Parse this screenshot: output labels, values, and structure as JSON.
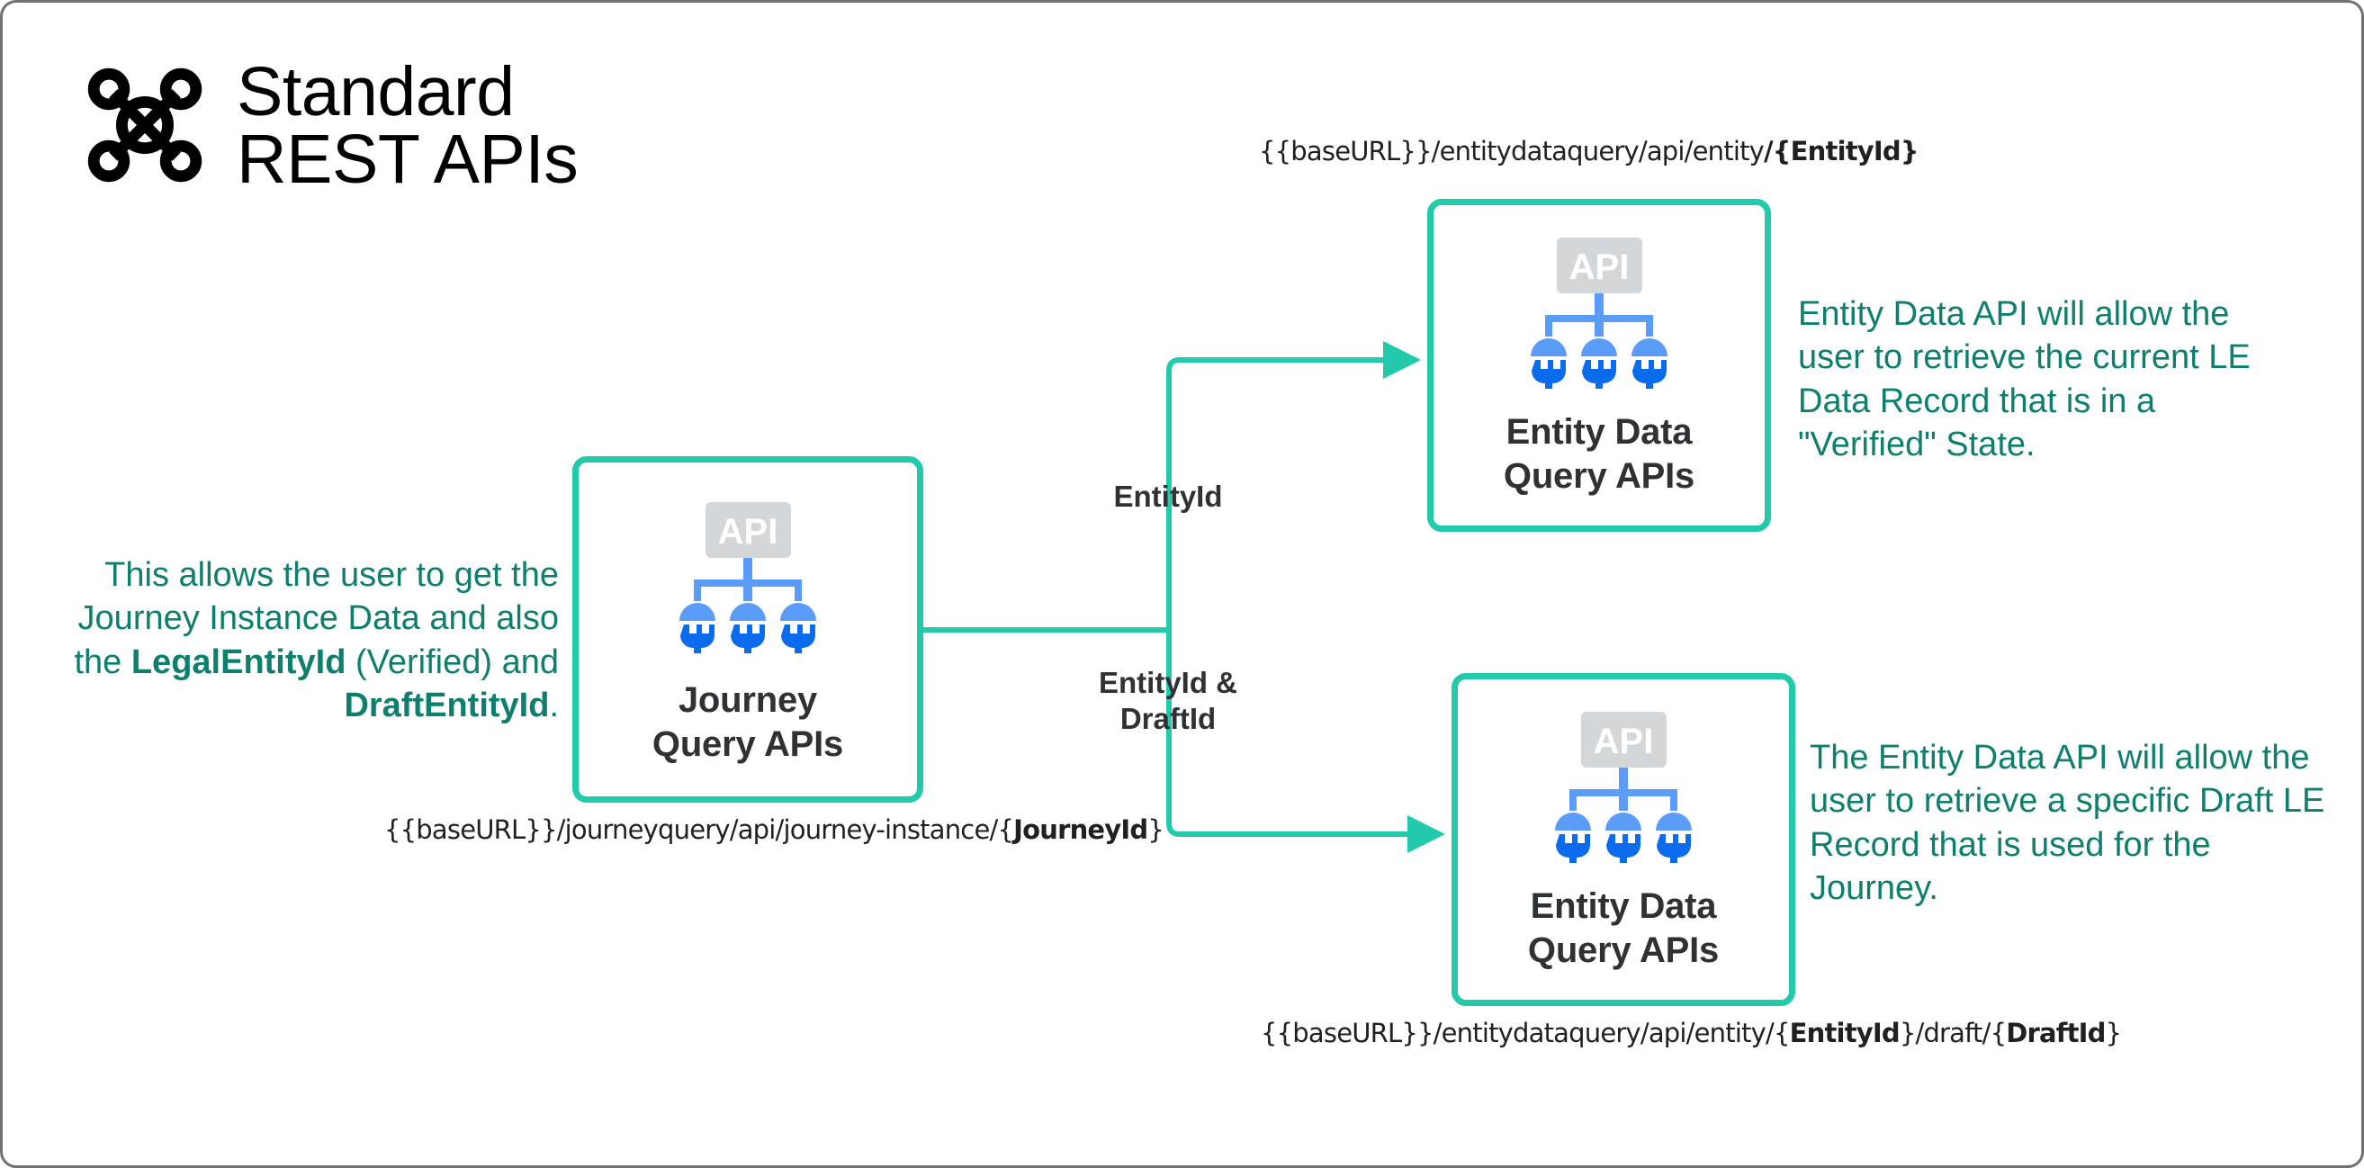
{
  "header": {
    "logo_icon": "network-hub-icon",
    "title": "Standard\nREST APIs"
  },
  "colors": {
    "accent_teal": "#22c9ab",
    "note_green": "#0e7f6d",
    "text_dark": "#2f3234",
    "api_badge_gray": "#d4d7da",
    "plug_light_blue": "#5b9cf8",
    "plug_dark_blue": "#0a6bec",
    "canvas_border": "#6e7072"
  },
  "nodes": {
    "journey": {
      "icon": "api-plugs-icon",
      "badge_text": "API",
      "label": "Journey\nQuery APIs",
      "url": {
        "prefix": "{{baseURL}}/journeyquery/api/journey-instance/{",
        "bold": "JourneyId",
        "suffix": "}"
      }
    },
    "entity_top": {
      "icon": "api-plugs-icon",
      "badge_text": "API",
      "label": "Entity Data\nQuery APIs",
      "url": {
        "prefix": "{{baseURL}}/entitydataquery/api/entity",
        "bold": "/{EntityId}",
        "suffix": ""
      }
    },
    "entity_bottom": {
      "icon": "api-plugs-icon",
      "badge_text": "API",
      "label": "Entity Data\nQuery APIs",
      "url": {
        "prefix": "{{baseURL}}/entitydataquery/api/entity/{",
        "bold": "EntityId",
        "mid": "}/draft/{",
        "bold2": "DraftId",
        "suffix": "}"
      }
    }
  },
  "edges": {
    "top_label": "EntityId",
    "bottom_label": "EntityId &\nDraftId"
  },
  "notes": {
    "left": {
      "part1": "This allows the user to get the Journey Instance Data and also the ",
      "bold1": "LegalEntityId",
      "part2": " (Verified) and ",
      "bold2": "DraftEntityId",
      "part3": "."
    },
    "top_right": "Entity Data API will allow the user to retrieve the current LE Data Record that is in a \"Verified\" State.",
    "bottom_right": "The Entity Data API will allow the user to retrieve a specific Draft LE Record that is used for the Journey."
  }
}
